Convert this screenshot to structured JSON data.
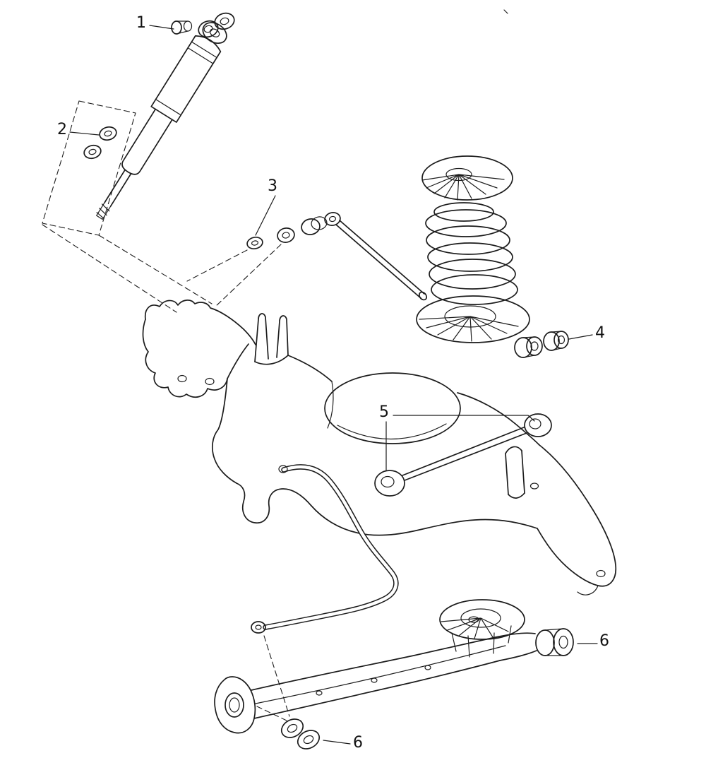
{
  "page": {
    "background_color": "#ffffff",
    "line_color": "#1c1c1c"
  },
  "diagram": {
    "callouts": [
      {
        "label": "1"
      },
      {
        "label": "2"
      },
      {
        "label": "3"
      },
      {
        "label": "4"
      },
      {
        "label": "5"
      },
      {
        "label": "6"
      },
      {
        "label": "6"
      }
    ]
  }
}
